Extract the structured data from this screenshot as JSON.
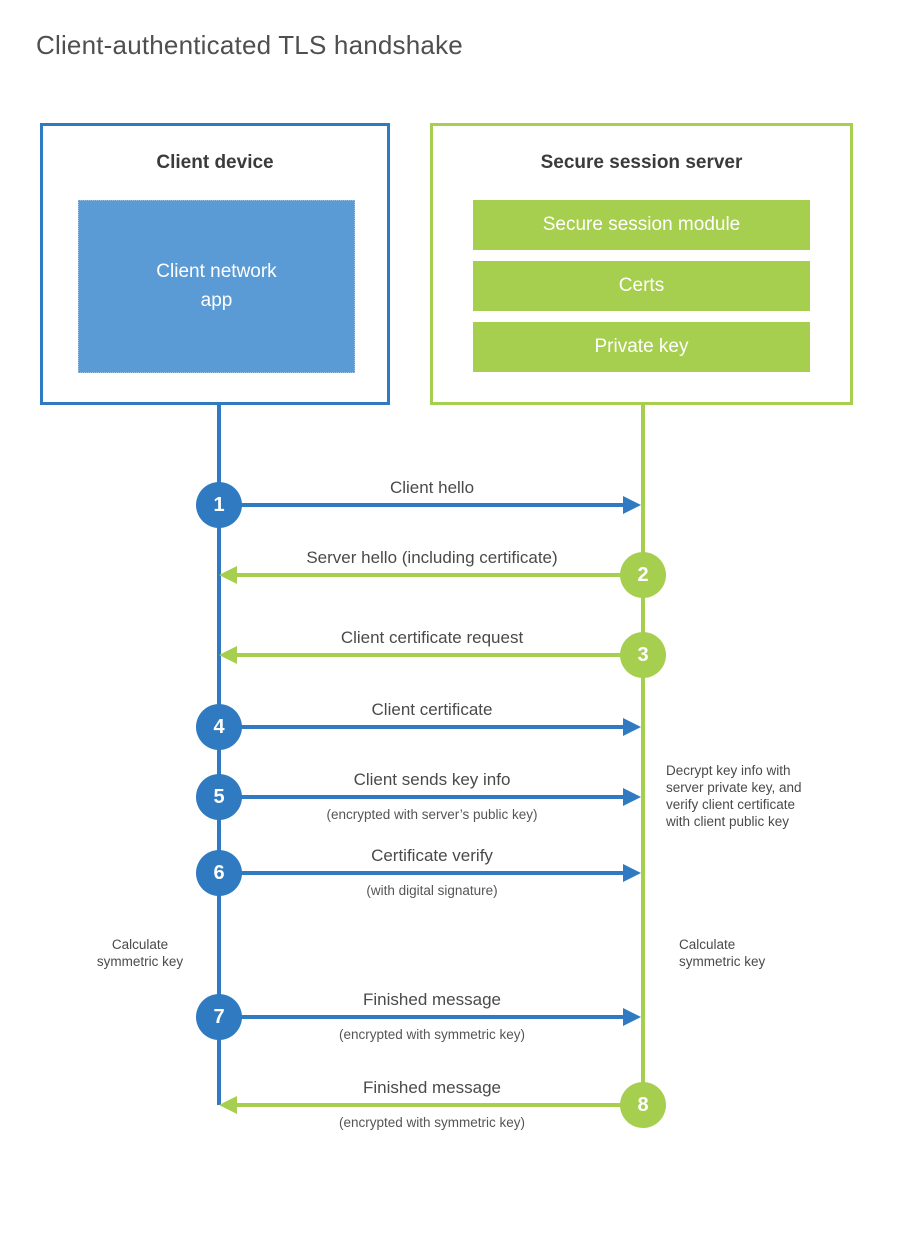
{
  "title": "Client-authenticated TLS handshake",
  "colors": {
    "blue": "#2f7ac0",
    "blue_fill": "#5b9bd5",
    "green": "#a6ce4f",
    "label_text": "#4a4a4a"
  },
  "client_box": {
    "title": "Client device",
    "app_label": "Client network\napp"
  },
  "server_box": {
    "title": "Secure session server",
    "modules": [
      "Secure session module",
      "Certs",
      "Private key"
    ]
  },
  "steps": [
    {
      "num": "1",
      "label": "Client hello",
      "sublabel": "",
      "direction": "right",
      "color": "blue"
    },
    {
      "num": "2",
      "label": "Server hello (including certificate)",
      "sublabel": "",
      "direction": "left",
      "color": "green"
    },
    {
      "num": "3",
      "label": "Client certificate request",
      "sublabel": "",
      "direction": "left",
      "color": "green"
    },
    {
      "num": "4",
      "label": "Client certificate",
      "sublabel": "",
      "direction": "right",
      "color": "blue"
    },
    {
      "num": "5",
      "label": "Client sends key info",
      "sublabel": "(encrypted with server’s public key)",
      "direction": "right",
      "color": "blue"
    },
    {
      "num": "6",
      "label": "Certificate verify",
      "sublabel": "(with digital signature)",
      "direction": "right",
      "color": "blue"
    },
    {
      "num": "7",
      "label": "Finished message",
      "sublabel": "(encrypted with symmetric key)",
      "direction": "right",
      "color": "blue"
    },
    {
      "num": "8",
      "label": "Finished message",
      "sublabel": "(encrypted with symmetric key)",
      "direction": "left",
      "color": "green"
    }
  ],
  "annotations": {
    "server_note": "Decrypt key info with\nserver private key, and\nverify client certificate\nwith client public key",
    "client_calc": "Calculate\nsymmetric key",
    "server_calc": "Calculate\nsymmetric key"
  }
}
